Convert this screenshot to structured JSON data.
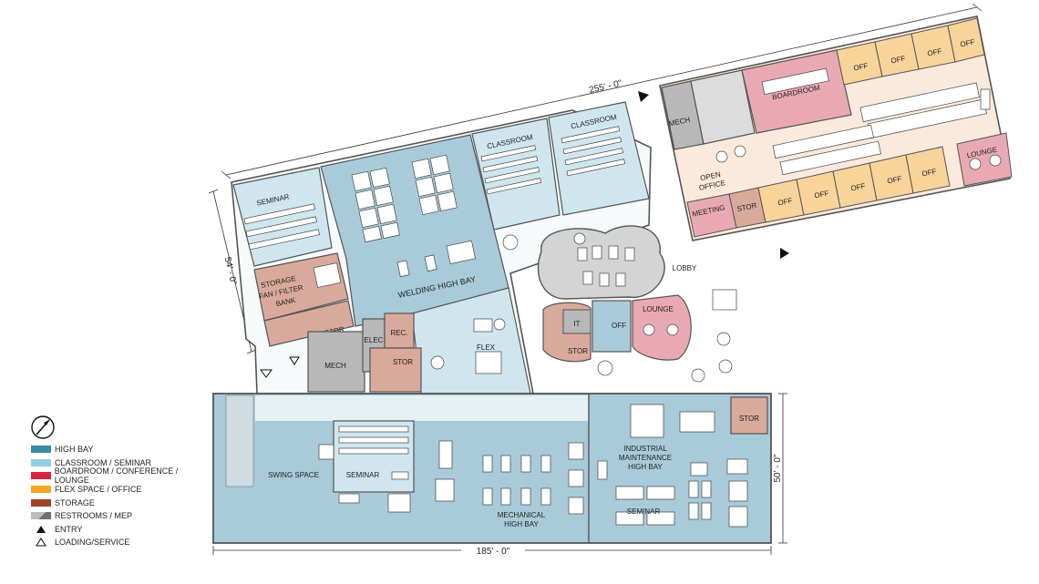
{
  "colors": {
    "high_bay": "#a9cad9",
    "classroom": "#cfe6ee",
    "boardroom": "#e9a9b4",
    "flex": "#f8d49a",
    "storage": "#d9aa9b",
    "restrooms": "#c8c8c8",
    "open_office": "#fbeadb"
  },
  "dimensions": {
    "top": "255' - 0\"",
    "left": "54' - 0\"",
    "right": "50' - 0\"",
    "bottom": "185' - 0\""
  },
  "rooms": {
    "seminar_nw": "SEMINAR",
    "storage_fan": [
      "STORAGE",
      "FAN / FILTER",
      "BANK"
    ],
    "gas_stor": "GAS STOR",
    "mech_w": "MECH",
    "elec": "ELEC",
    "rec": "REC.",
    "stor_w": "STOR",
    "welding": "WELDING HIGH BAY",
    "flex": "FLEX",
    "classroom_1": "CLASSROOM",
    "classroom_2": "CLASSROOM",
    "mech_n": "MECH",
    "boardroom": "BOARDROOM",
    "open_office": [
      "OPEN",
      "OFFICE"
    ],
    "meeting": "MEETING",
    "stor_ne": "STOR",
    "off": "OFF",
    "lounge_e": "LOUNGE",
    "lobby": "LOBBY",
    "it": "IT",
    "stor_core": "STOR",
    "off_core": "OFF",
    "lounge_core": "LOUNGE",
    "swing": "SWING SPACE",
    "seminar_s": "SEMINAR",
    "mechanical": [
      "MECHANICAL",
      "HIGH BAY"
    ],
    "industrial": [
      "INDUSTRIAL",
      "MAINTENANCE",
      "HIGH BAY"
    ],
    "seminar_se": "SEMINAR",
    "stor_se": "STOR"
  },
  "legend": [
    {
      "label": "HIGH BAY",
      "color": "#3b8aa6"
    },
    {
      "label": "CLASSROOM / SEMINAR",
      "color": "#8fd0e3"
    },
    {
      "label": "BOARDROOM / CONFERENCE / LOUNGE",
      "color": "#d4283c"
    },
    {
      "label": "FLEX SPACE / OFFICE",
      "color": "#f5a623"
    },
    {
      "label": "STORAGE",
      "color": "#a0442a"
    },
    {
      "label": "RESTROOMS / MEP",
      "color": "#9a9a9a"
    },
    {
      "label": "ENTRY",
      "icon": "filled-triangle-icon"
    },
    {
      "label": "LOADING/SERVICE",
      "icon": "outline-triangle-icon"
    }
  ]
}
